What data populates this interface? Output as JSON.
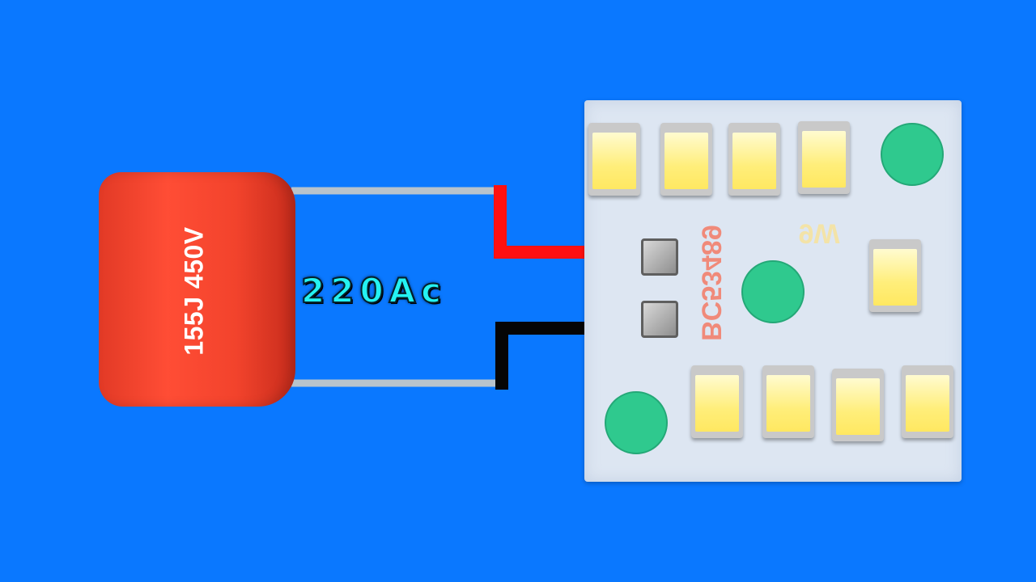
{
  "capacitor": {
    "label": "155J 450V",
    "color": "#f2432c"
  },
  "supply": {
    "label": "220Ac",
    "color": "#24f2f2"
  },
  "board": {
    "part_number": "BC53489",
    "power_marking": "9W",
    "color": "#dde6f2"
  },
  "wires": {
    "positive_color": "#ff1010",
    "negative_color": "#050505",
    "lead_color": "#b8c3cc"
  },
  "colors": {
    "background": "#0a78ff",
    "led": "#ffee7a",
    "pad_dot": "#2fc98e"
  }
}
